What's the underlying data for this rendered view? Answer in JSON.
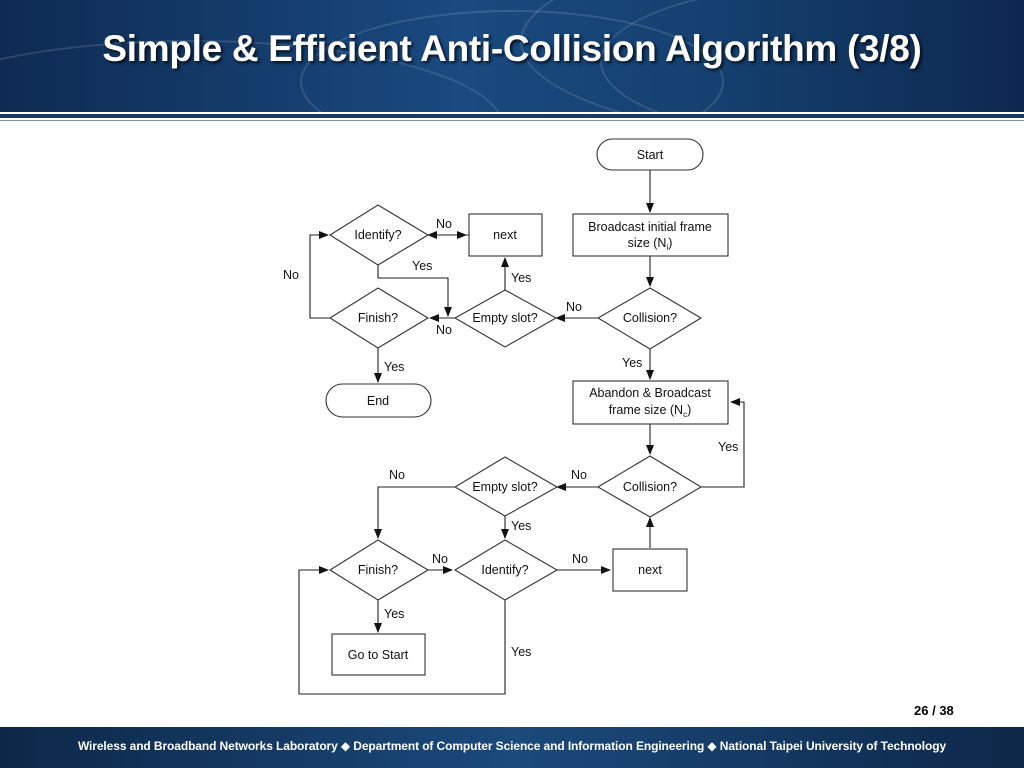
{
  "title": "Simple & Efficient Anti-Collision Algorithm (3/8)",
  "nodes": {
    "start": "Start",
    "broadcast_initial_1": "Broadcast initial frame",
    "broadcast_initial_2": "size (N",
    "broadcast_initial_sub": "i",
    "broadcast_initial_close": ")",
    "collision_1": "Collision?",
    "empty_slot_1": "Empty slot?",
    "next_1": "next",
    "identify_1": "Identify?",
    "finish_1": "Finish?",
    "end": "End",
    "abandon_1": "Abandon & Broadcast",
    "abandon_2": "frame size  (N",
    "abandon_sub": "c",
    "abandon_close": ")",
    "collision_2": "Collision?",
    "empty_slot_2": "Empty slot?",
    "identify_2": "Identify?",
    "finish_2": "Finish?",
    "next_2": "next",
    "go_to_start": "Go to Start"
  },
  "edge_labels": {
    "identify1_no": "No",
    "identify1_yes": "Yes",
    "finish1_no_loop": "No",
    "empty1_yes": "Yes",
    "empty1_no": "No",
    "collision1_no": "No",
    "collision1_yes": "Yes",
    "finish1_yes": "Yes",
    "collision2_yes": "Yes",
    "collision2_no": "No",
    "empty2_no": "No",
    "empty2_yes": "Yes",
    "finish2_no": "No",
    "identify2_no": "No",
    "finish2_yes": "Yes",
    "identify2_yes": "Yes"
  },
  "page": {
    "current": "26",
    "total": "/ 38"
  },
  "footer": "Wireless and Broadband Networks Laboratory ◆ Department of Computer Science and Information Engineering ◆ National Taipei University of Technology"
}
